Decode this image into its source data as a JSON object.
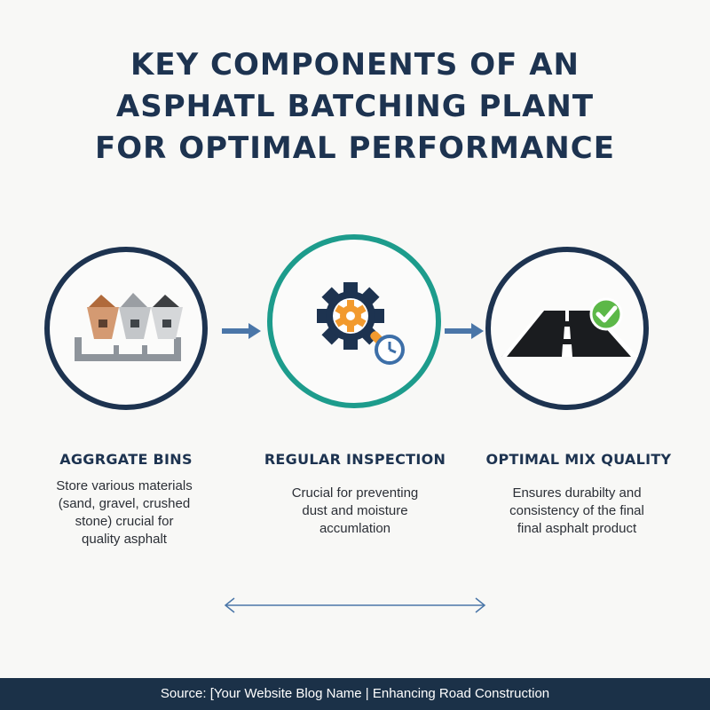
{
  "title": {
    "line1": "KEY COMPONENTS OF AN",
    "line2": "ASPHATL BATCHING PLANT",
    "line3": "FOR OPTIMAL PERFORMANCE"
  },
  "steps": [
    {
      "heading": "AGGRGATE BINS",
      "desc": [
        "Store various materials",
        "(sand, gravel, crushed",
        "stone) crucial for",
        "quality asphalt"
      ],
      "icon": "aggregate-bins-icon",
      "ring_color": "#1d3350"
    },
    {
      "heading": "REGULAR INSPECTION",
      "desc": [
        "Crucial for preventing",
        "dust and moisture",
        "accumlation"
      ],
      "icon": "gear-inspection-icon",
      "ring_color": "#1d9c8c"
    },
    {
      "heading": "OPTIMAL MIX QUALITY",
      "desc": [
        "Ensures durabilty and",
        "consistency of the final",
        "final asphalt product"
      ],
      "icon": "road-checkmark-icon",
      "ring_color": "#1d3350"
    }
  ],
  "footer": {
    "text": "Source: [Your Website Blog Name | Enhancing Road Construction"
  },
  "colors": {
    "navy": "#1d3350",
    "teal": "#1d9c8c",
    "orange": "#f29a2e",
    "arrow_blue": "#4a76a8",
    "check_green": "#5cb848"
  }
}
